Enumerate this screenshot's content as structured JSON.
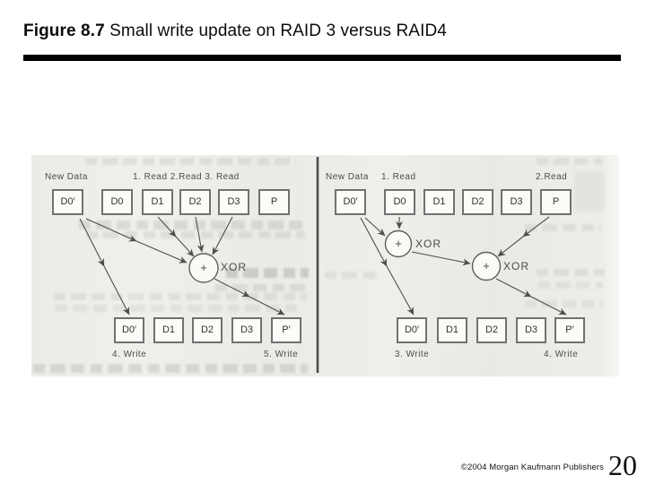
{
  "title": {
    "bold": "Figure 8.7",
    "rest": " Small write update on RAID 3 versus RAID4"
  },
  "figure": {
    "left": {
      "new_data": "New Data",
      "reads": "1. Read 2.Read 3. Read",
      "top_row": [
        "D0′",
        "D0",
        "D1",
        "D2",
        "D3",
        "P"
      ],
      "xor_plus": "+",
      "xor_label": "XOR",
      "bottom_row": [
        "D0′",
        "D1",
        "D2",
        "D3",
        "P′"
      ],
      "write_d0": "4. Write",
      "write_p": "5. Write"
    },
    "right": {
      "new_data": "New Data",
      "read1": "1. Read",
      "read2": "2.Read",
      "top_row": [
        "D0′",
        "D0",
        "D1",
        "D2",
        "D3",
        "P"
      ],
      "xor1_plus": "+",
      "xor1_label": "XOR",
      "xor2_plus": "+",
      "xor2_label": "XOR",
      "bottom_row": [
        "D0′",
        "D1",
        "D2",
        "D3",
        "P′"
      ],
      "write_d0": "3. Write",
      "write_p": "4. Write"
    }
  },
  "footer": {
    "copyright": "©2004 Morgan Kaufmann Publishers",
    "page_number": "20"
  },
  "colors": {
    "title_rule": "#000000",
    "scan_background": "#edebe7",
    "diagram_line": "#4e4e4e",
    "box_border": "#717171"
  }
}
